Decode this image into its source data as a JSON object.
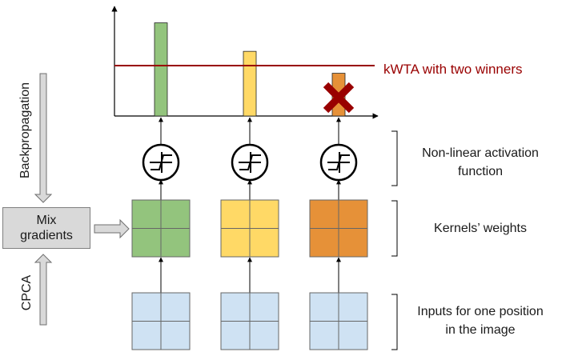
{
  "kwta_label": "kWTA with two winners",
  "activation_label": [
    "Non-linear activation",
    "function"
  ],
  "kernels_label": "Kernels’ weights",
  "inputs_label": [
    "Inputs for one position",
    "in the image"
  ],
  "backprop_label": "Backpropagation",
  "cpca_label": "CPCA",
  "mix_label": [
    "Mix",
    "gradients"
  ],
  "columns": [
    {
      "name": "green",
      "kernel_color": "#93c47d",
      "bar_color": "#93c47d",
      "bar_level": 0.85,
      "winner": true
    },
    {
      "name": "yellow",
      "kernel_color": "#ffd966",
      "bar_color": "#ffd966",
      "bar_level": 0.59,
      "winner": true
    },
    {
      "name": "orange",
      "kernel_color": "#e69138",
      "bar_color": "#e69138",
      "bar_level": 0.39,
      "winner": false
    }
  ],
  "threshold_level": 0.46,
  "colors": {
    "threshold_line": "#990000",
    "cross": "#990000",
    "input_fill": "#cfe2f3",
    "arrow_fill": "#d9d9d9"
  }
}
